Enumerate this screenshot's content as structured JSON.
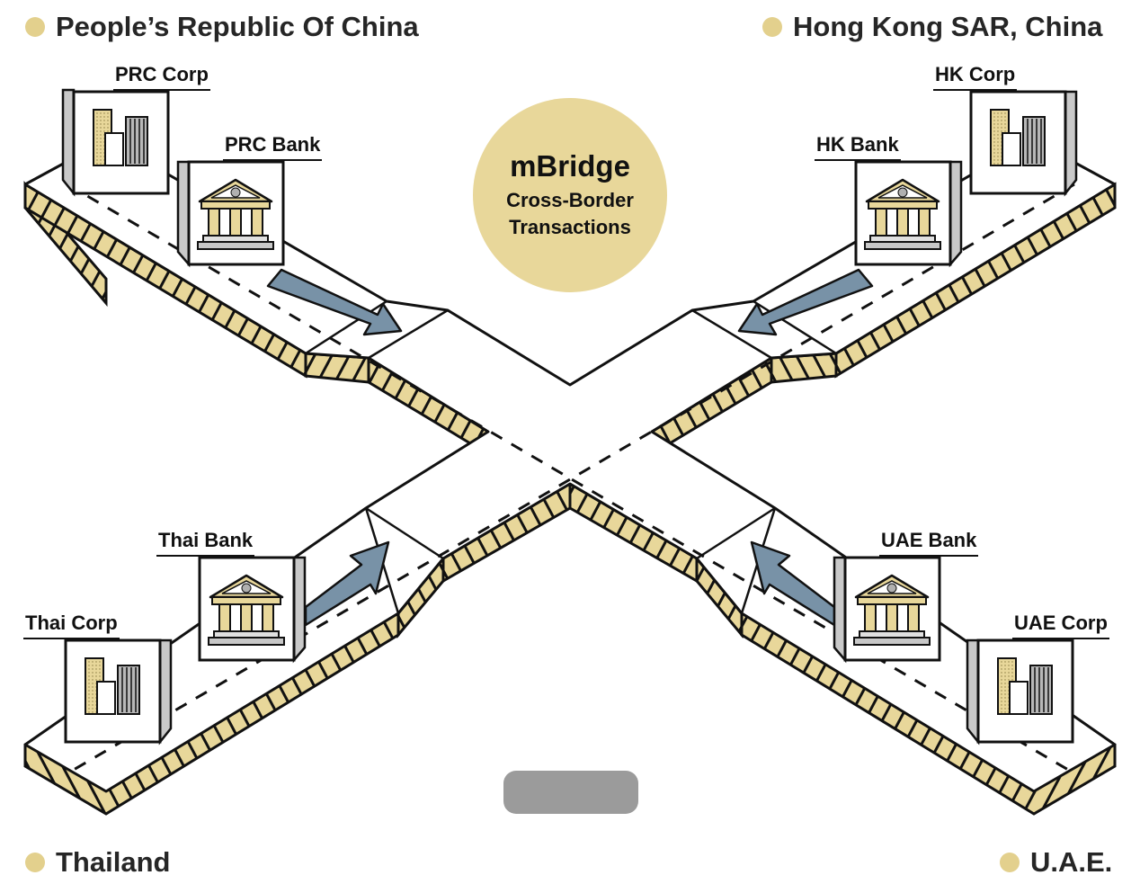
{
  "colors": {
    "gold": "#e8d79a",
    "gold_dot": "#e3d08d",
    "arrow": "#7892a7",
    "ink": "#111111",
    "box_side": "#c9c9c9",
    "handle": "#9b9b9b"
  },
  "regions": {
    "prc": "People’s Republic Of China",
    "hk": "Hong Kong SAR, China",
    "thai": "Thailand",
    "uae": "U.A.E."
  },
  "entities": {
    "prc_corp": "PRC Corp",
    "prc_bank": "PRC Bank",
    "hk_corp": "HK Corp",
    "hk_bank": "HK Bank",
    "thai_bank": "Thai Bank",
    "thai_corp": "Thai Corp",
    "uae_bank": "UAE Bank",
    "uae_corp": "UAE Corp"
  },
  "center": {
    "title": "mBridge",
    "line1": "Cross-Border",
    "line2": "Transactions"
  },
  "icons": {
    "bank": "bank-building-icon",
    "corp": "office-buildings-icon"
  }
}
